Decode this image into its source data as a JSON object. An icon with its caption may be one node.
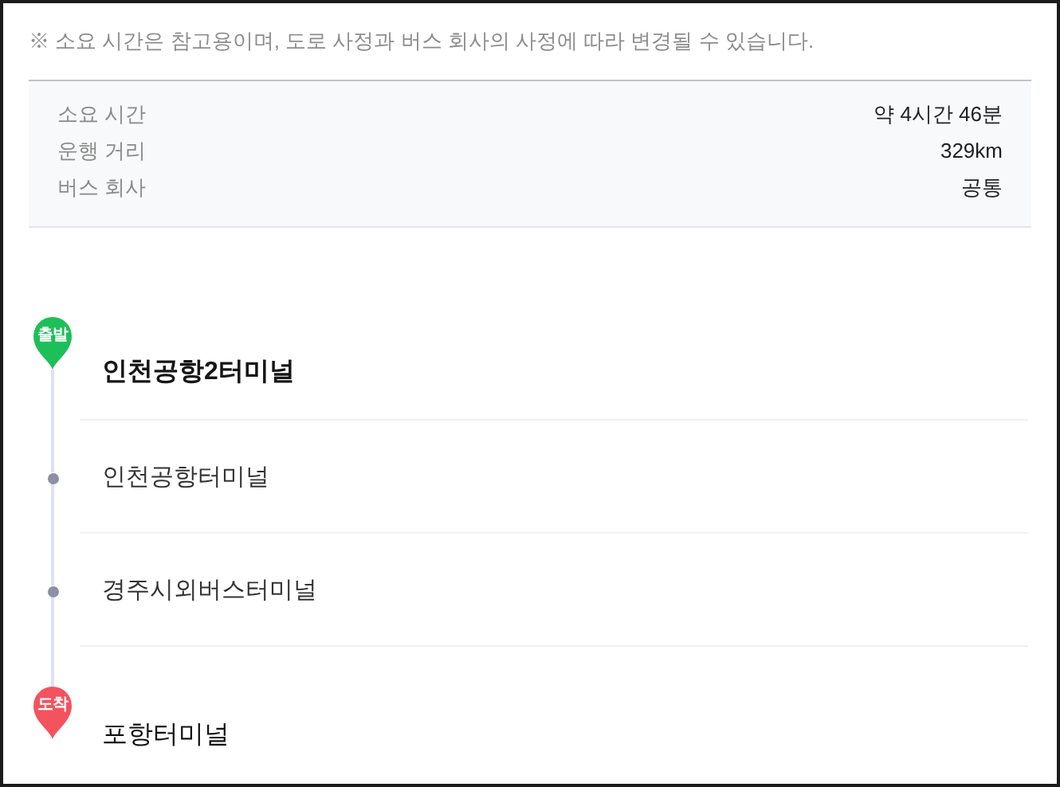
{
  "diagram": {
    "nodes": [
      {
        "text": [
          "출발"
        ],
        "beside": [
          "인천공항2터미널"
        ]
      },
      {
        "text": [],
        "shape": "circle",
        "beside": [
          "인천공항터미널"
        ]
      },
      {
        "text": [],
        "shape": "circle",
        "beside": [
          "경주시외버스터미널"
        ]
      },
      {
        "text": [
          "도착"
        ],
        "beside": [
          "포항터미널"
        ]
      }
    ],
    "edges": [
      {
        "from": 0,
        "to": 1,
        "arrow": "none"
      },
      {
        "from": 1,
        "to": 2,
        "arrow": "none"
      },
      {
        "from": 2,
        "to": 3,
        "arrow": "none"
      }
    ],
    "labels": [
      "※ 소요 시간은 참고용이며, 도로 사정과 버스 회사의 사정에 따라 변경될 수 있습니다.",
      "소요 시간",
      "약 4시간 46분",
      "운행 거리",
      "329km",
      "버스 회사",
      "공통"
    ]
  }
}
